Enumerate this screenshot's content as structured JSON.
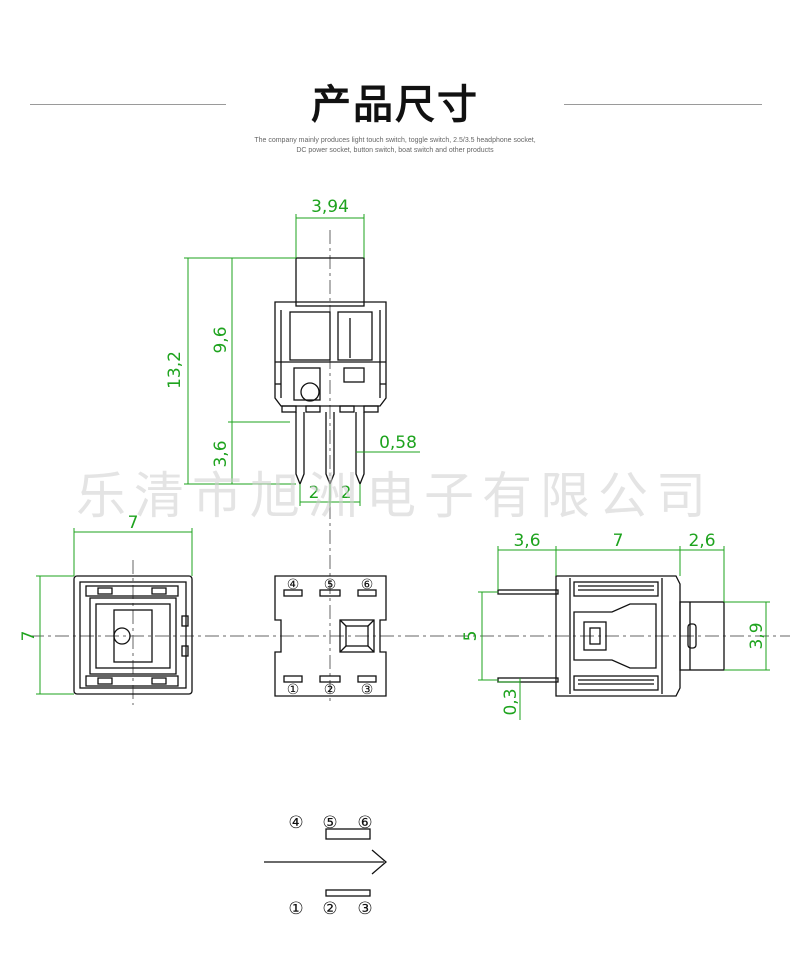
{
  "header": {
    "title": "产品尺寸",
    "subtitle_line1": "The company mainly produces light touch switch, toggle switch, 2.5/3.5 headphone socket,",
    "subtitle_line2": "DC power socket, button switch, boat switch and other products"
  },
  "watermark": "乐清市旭洲电子有限公司",
  "colors": {
    "dimension": "#1ea31e",
    "outline": "#111111",
    "centerline": "#666666"
  },
  "dimensions": {
    "top_width": "3,94",
    "total_height": "13,2",
    "body_height": "9,6",
    "pin_length": "3,6",
    "pin_thickness": "0,58",
    "pin_pitch_left": "2",
    "pin_pitch_right": "2",
    "square_side_width": "7",
    "square_side_height": "7",
    "side_left": "3,6",
    "side_body": "7",
    "side_actuator": "2,6",
    "side_pin_span": "5",
    "side_actuator_height": "3,9",
    "side_pin_width": "0,3"
  },
  "pins": {
    "top_row": [
      "④",
      "⑤",
      "⑥"
    ],
    "bottom_row": [
      "①",
      "②",
      "③"
    ]
  },
  "schematic": {
    "top_row": [
      "④",
      "⑤",
      "⑥"
    ],
    "bottom_row": [
      "①",
      "②",
      "③"
    ]
  }
}
